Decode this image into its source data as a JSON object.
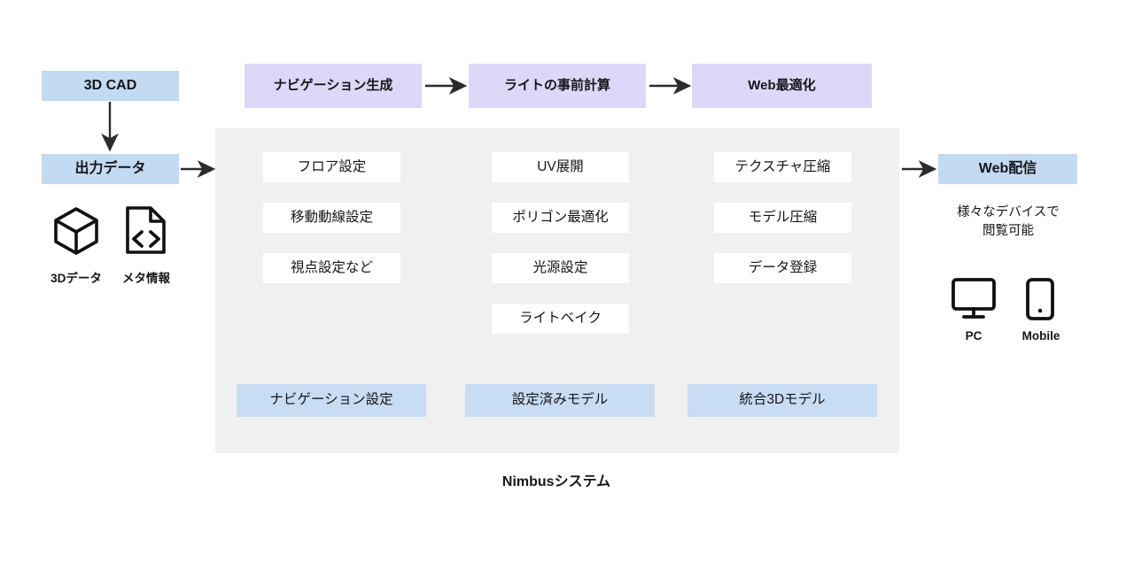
{
  "diagram": {
    "caption": "Nimbusシステム",
    "colors": {
      "blue": "#c2daf2",
      "purple": "#ddd8f7",
      "panel": "#f0f0f0",
      "white": "#ffffff",
      "arrow": "#2b2b30",
      "text": "#15161a"
    }
  },
  "input": {
    "source_label": "3D CAD",
    "output_label": "出力データ",
    "assets": [
      {
        "label": "3Dデータ",
        "icon": "cube-icon"
      },
      {
        "label": "メタ情報",
        "icon": "file-code-icon"
      }
    ]
  },
  "pipeline": {
    "steps": [
      {
        "label": "ナビゲーション生成"
      },
      {
        "label": "ライトの事前計算"
      },
      {
        "label": "Web最適化"
      }
    ]
  },
  "columns": [
    {
      "name": "navigation",
      "tasks": [
        "フロア設定",
        "移動動線設定",
        "視点設定など"
      ],
      "result": "ナビゲーション設定"
    },
    {
      "name": "lighting",
      "tasks": [
        "UV展開",
        "ポリゴン最適化",
        "光源設定",
        "ライトベイク"
      ],
      "result": "設定済みモデル"
    },
    {
      "name": "optimization",
      "tasks": [
        "テクスチャ圧縮",
        "モデル圧縮",
        "データ登録"
      ],
      "result": "統合3Dモデル"
    }
  ],
  "output": {
    "delivery_label": "Web配信",
    "note_line1": "様々なデバイスで",
    "note_line2": "閲覧可能",
    "devices": [
      {
        "label": "PC",
        "icon": "monitor-icon"
      },
      {
        "label": "Mobile",
        "icon": "phone-icon"
      }
    ]
  }
}
